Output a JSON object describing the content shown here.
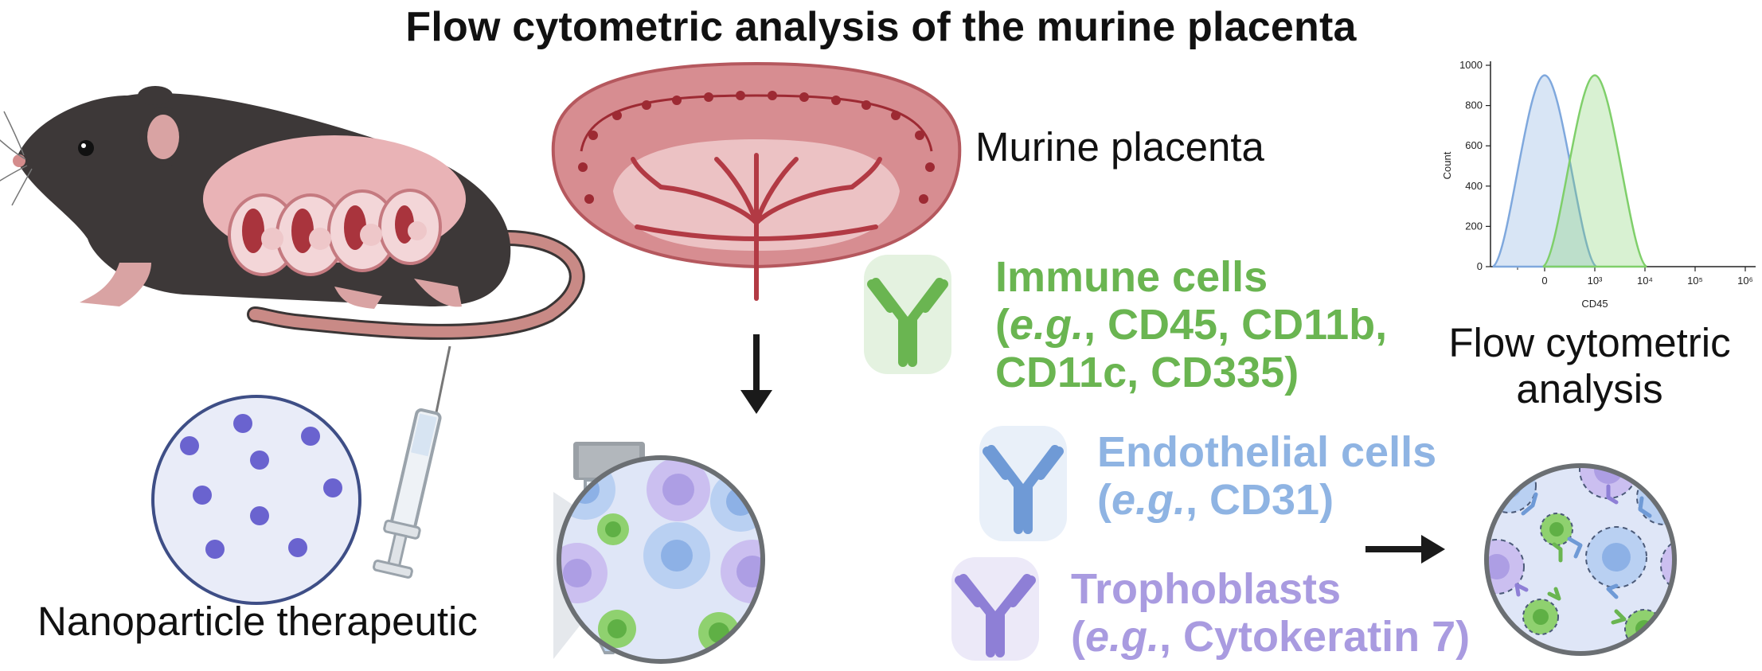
{
  "title": "Flow cytometric analysis of the murine placenta",
  "labels": {
    "nanoparticle": "Nanoparticle therapeutic",
    "placenta": "Murine placenta",
    "flow_line1": "Flow cytometric",
    "flow_line2": "analysis"
  },
  "categories": [
    {
      "name": "Immune cells",
      "open": "(",
      "eg": "e.g.",
      "markers_line1": ", CD45, CD11b,",
      "markers_line2": "CD11c, CD335)",
      "color": "#6ab551"
    },
    {
      "name": "Endothelial cells",
      "open": "(",
      "eg": "e.g.",
      "markers_line1": ", CD31)",
      "markers_line2": "",
      "color": "#8fb4e3"
    },
    {
      "name": "Trophoblasts",
      "open": "(",
      "eg": "e.g.",
      "markers_line1": ", Cytokeratin 7)",
      "markers_line2": "",
      "color": "#a99be0"
    }
  ],
  "chart_data": {
    "type": "area",
    "title": "",
    "xlabel": "CD45",
    "ylabel": "Count",
    "ylim": [
      0,
      1000
    ],
    "y_ticks": [
      "0",
      "200",
      "400",
      "600",
      "800",
      "1000"
    ],
    "x_ticks": [
      "0",
      "10³",
      "10⁴",
      "10⁵",
      "10⁶"
    ],
    "series": [
      {
        "color": "#7fa8dd",
        "peak_x": "0",
        "peak_y": 950
      },
      {
        "color": "#7fcf6a",
        "peak_x": "10³",
        "peak_y": 950
      }
    ]
  },
  "colors": {
    "immune": "#6ab551",
    "endothelial": "#8fb4e3",
    "trophoblast": "#a99be0",
    "placenta": "#c9545a",
    "arrow": "#1a1a1a"
  }
}
